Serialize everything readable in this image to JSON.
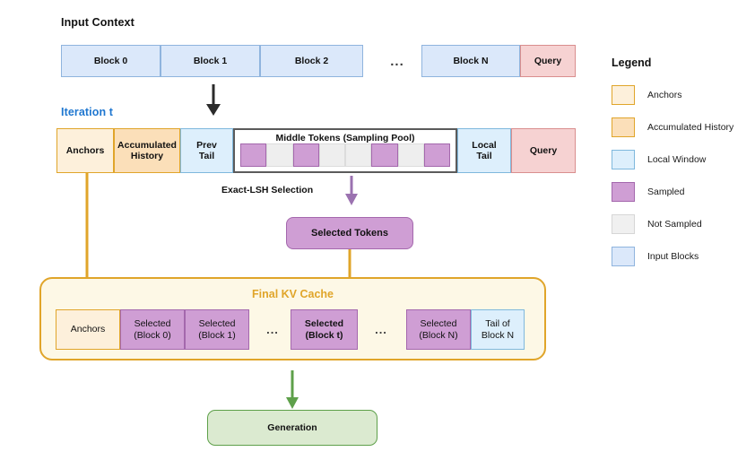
{
  "sections": {
    "input_context_title": "Input Context",
    "iteration_title": "Iteration t",
    "kv_cache_title": "Final KV Cache",
    "exact_lsh_label": "Exact-LSH Selection",
    "ellipsis": "..."
  },
  "input_row": {
    "blocks": [
      "Block 0",
      "Block 1",
      "Block 2"
    ],
    "tail_block": "Block N",
    "query": "Query"
  },
  "iteration_row": {
    "anchors": "Anchors",
    "accumulated_history": "Accumulated\nHistory",
    "accumulated_history_l1": "Accumulated",
    "accumulated_history_l2": "History",
    "prev_tail_l1": "Prev",
    "prev_tail_l2": "Tail",
    "pool_title": "Middle Tokens (Sampling Pool)",
    "pool_cells": [
      "sampled",
      "not-sampled",
      "sampled",
      "not-sampled",
      "not-sampled",
      "sampled",
      "not-sampled",
      "sampled"
    ],
    "local_tail_l1": "Local",
    "local_tail_l2": "Tail",
    "query": "Query"
  },
  "selected_tokens_box": {
    "label": "Selected Tokens"
  },
  "kv_cache": {
    "anchors": "Anchors",
    "items": [
      {
        "l1": "Selected",
        "l2": "(Block 0)",
        "bold": false
      },
      {
        "l1": "Selected",
        "l2": "(Block 1)",
        "bold": false
      },
      {
        "l1": "Selected",
        "l2": "(Block t)",
        "bold": true
      },
      {
        "l1": "Selected",
        "l2": "(Block N)",
        "bold": false
      }
    ],
    "tail": {
      "l1": "Tail of",
      "l2": "Block N"
    }
  },
  "generation": {
    "label": "Generation"
  },
  "legend": {
    "title": "Legend",
    "items": [
      {
        "label": "Anchors",
        "icon": "swatch-anchors",
        "color": "#fdf0db"
      },
      {
        "label": "Accumulated History",
        "icon": "swatch-history",
        "color": "#fbdfb9"
      },
      {
        "label": "Local Window",
        "icon": "swatch-local",
        "color": "#ddeffc"
      },
      {
        "label": "Sampled",
        "icon": "swatch-sampled",
        "color": "#cf9ed4"
      },
      {
        "label": "Not Sampled",
        "icon": "swatch-not-sampled",
        "color": "#f0f0f0"
      },
      {
        "label": "Input Blocks",
        "icon": "swatch-input",
        "color": "#dbe8fa"
      }
    ]
  },
  "colors": {
    "anchor_border": "#e0a52a",
    "purple": "#cf9ed4",
    "purple_border": "#a468ad",
    "blue_block": "#dbe8fa",
    "query_red": "#f6d2d2",
    "green": "#5ea04a",
    "iteration_blue": "#1f77d0"
  }
}
